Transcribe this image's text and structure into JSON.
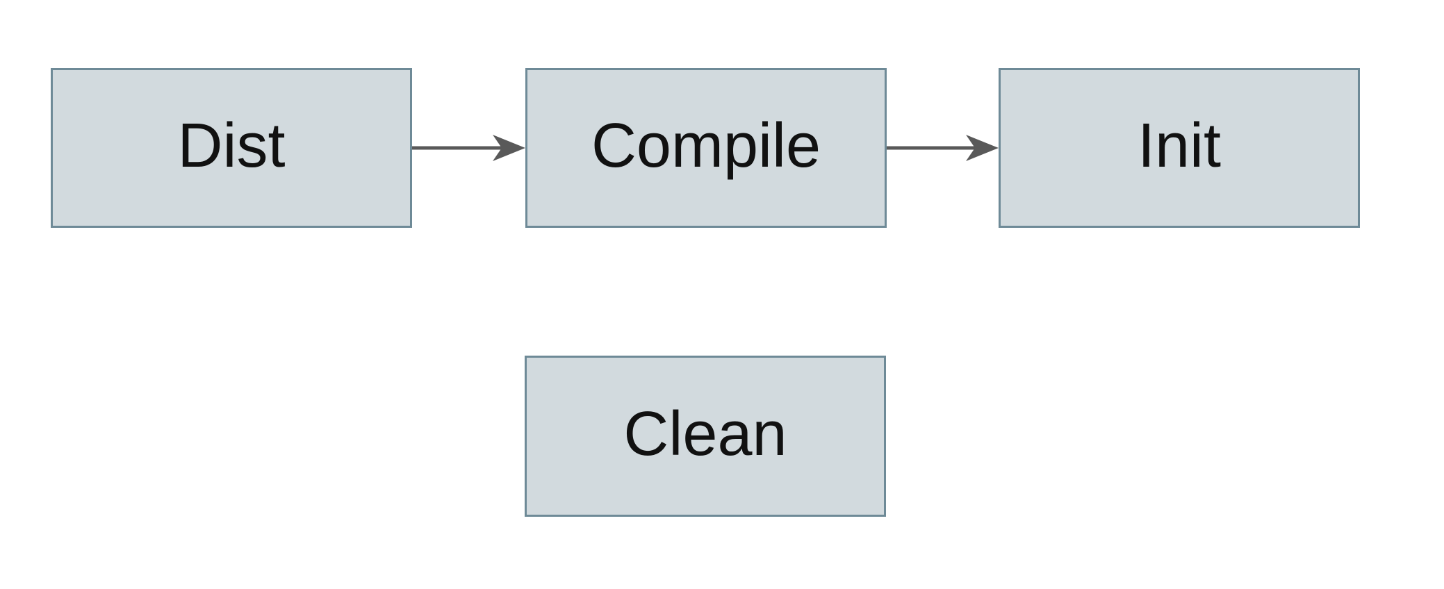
{
  "diagram": {
    "type": "flowchart",
    "nodes": [
      {
        "label": "Dist"
      },
      {
        "label": "Compile"
      },
      {
        "label": "Init"
      },
      {
        "label": "Clean"
      }
    ],
    "edges": [
      {
        "from": "Dist",
        "to": "Compile",
        "style": "solid-arrow"
      },
      {
        "from": "Compile",
        "to": "Init",
        "style": "solid-arrow"
      }
    ]
  },
  "theme": {
    "background": "#ffffff",
    "node_fill": "#d2dade",
    "node_border": "#6e8a97",
    "arrow_color": "#595959",
    "text_color": "#111111"
  }
}
